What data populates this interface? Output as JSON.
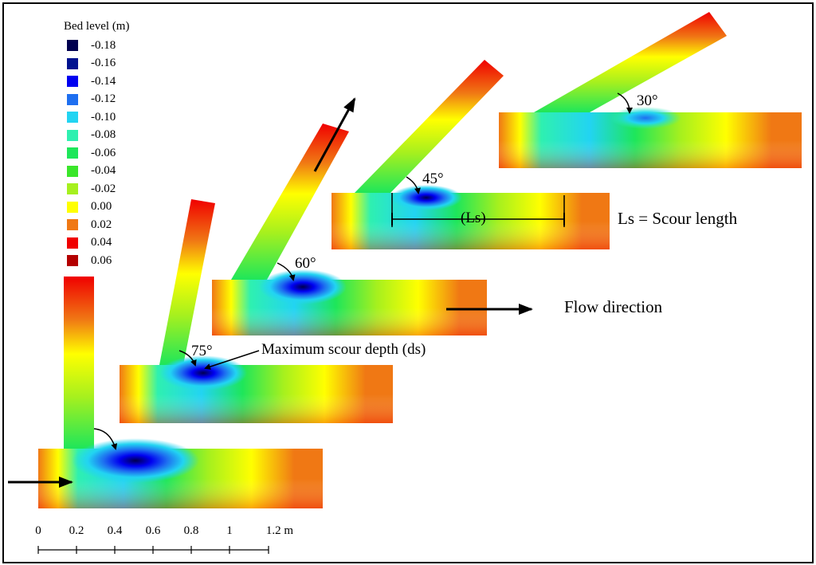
{
  "legend": {
    "title": "Bed level (m)",
    "items": [
      {
        "label": "-0.18",
        "color": "#00004f"
      },
      {
        "label": "-0.16",
        "color": "#00128f"
      },
      {
        "label": "-0.14",
        "color": "#0000f0"
      },
      {
        "label": "-0.12",
        "color": "#1e6ff0"
      },
      {
        "label": "-0.10",
        "color": "#22d4f2"
      },
      {
        "label": "-0.08",
        "color": "#2ef0b0"
      },
      {
        "label": "-0.06",
        "color": "#1ee65a"
      },
      {
        "label": "-0.04",
        "color": "#3ae62a"
      },
      {
        "label": "-0.02",
        "color": "#a6f01e"
      },
      {
        "label": "0.00",
        "color": "#ffff00"
      },
      {
        "label": "0.02",
        "color": "#f07814"
      },
      {
        "label": "0.04",
        "color": "#f00000"
      },
      {
        "label": "0.06",
        "color": "#b40000"
      }
    ]
  },
  "annotations": {
    "angle_30": "30°",
    "angle_45": "45°",
    "angle_60": "60°",
    "angle_75": "75°",
    "scour_length_marker": "(Ls)",
    "scour_length_def": "Ls = Scour length",
    "flow_direction": "Flow direction",
    "max_scour": "Maximum scour depth (ds)"
  },
  "scale_bar": {
    "ticks": [
      "0",
      "0.2",
      "0.4",
      "0.6",
      "0.8",
      "1",
      "1.2 m"
    ]
  }
}
